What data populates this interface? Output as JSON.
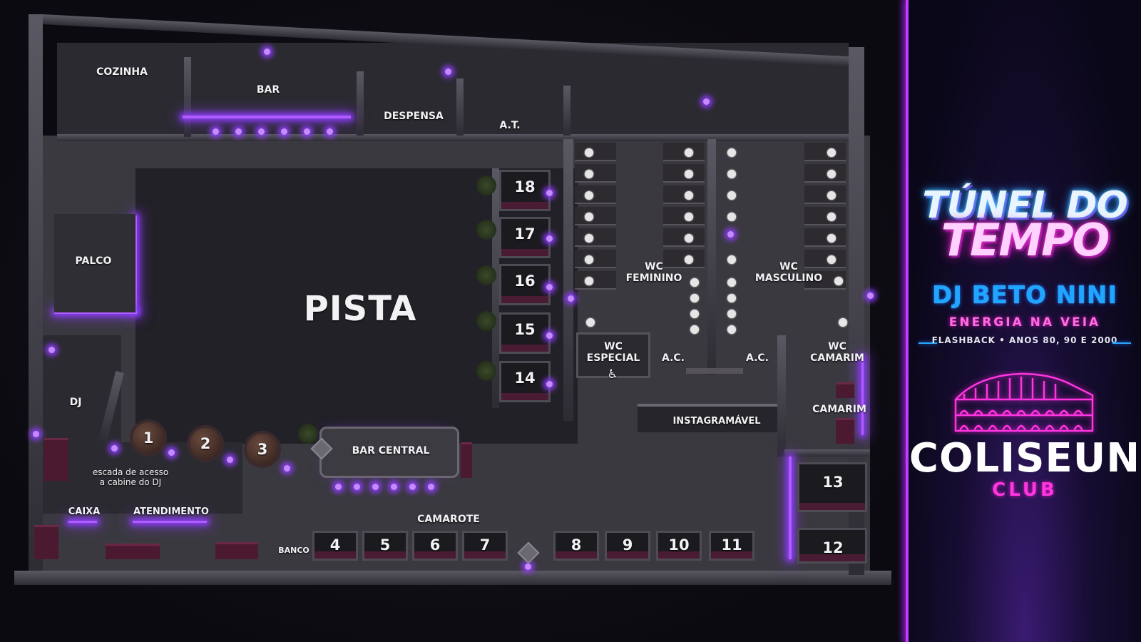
{
  "rooms": {
    "cozinha": "COZINHA",
    "bar": "BAR",
    "despensa": "DESPENSA",
    "at": "A.T.",
    "palco": "PALCO",
    "pista": "PISTA",
    "dj": "DJ",
    "escada": "escada de acesso\na cabine do DJ",
    "caixa": "CAIXA",
    "atendimento": "ATENDIMENTO",
    "banco": "BANCO",
    "camarote": "CAMAROTE",
    "bar_central": "BAR CENTRAL",
    "wc_feminino": "WC\nFEMININO",
    "wc_masculino": "WC\nMASCULINO",
    "wc_especial": "WC\nESPECIAL",
    "ac_left": "A.C.",
    "ac_right": "A.C.",
    "wc_camarim": "WC\nCAMARIM",
    "camarim": "CAMARIM",
    "instagramavel": "INSTAGRAMÁVEL",
    "accessible_icon": "wheelchair-icon"
  },
  "booths": {
    "tables_front": [
      "1",
      "2",
      "3"
    ],
    "camarote": [
      "4",
      "5",
      "6",
      "7",
      "8",
      "9",
      "10",
      "11"
    ],
    "right": [
      "12",
      "13"
    ],
    "pista_side": [
      "18",
      "17",
      "16",
      "15",
      "14"
    ]
  },
  "brand": {
    "title_line1": "TÚNEL DO",
    "title_line2": "TEMPO",
    "dj": "DJ BETO NINI",
    "tagline": "ENERGIA NA VEIA",
    "genres": "FLASHBACK • ANOS 80, 90 E 2000",
    "club_name": "COLISEUN",
    "club_sub": "CLUB",
    "logo_icon": "colosseum-icon"
  },
  "colors": {
    "neon_purple": "#b05cff",
    "neon_pink": "#ff35e0",
    "neon_blue": "#1fa6ff",
    "divider": "#c13cff"
  }
}
